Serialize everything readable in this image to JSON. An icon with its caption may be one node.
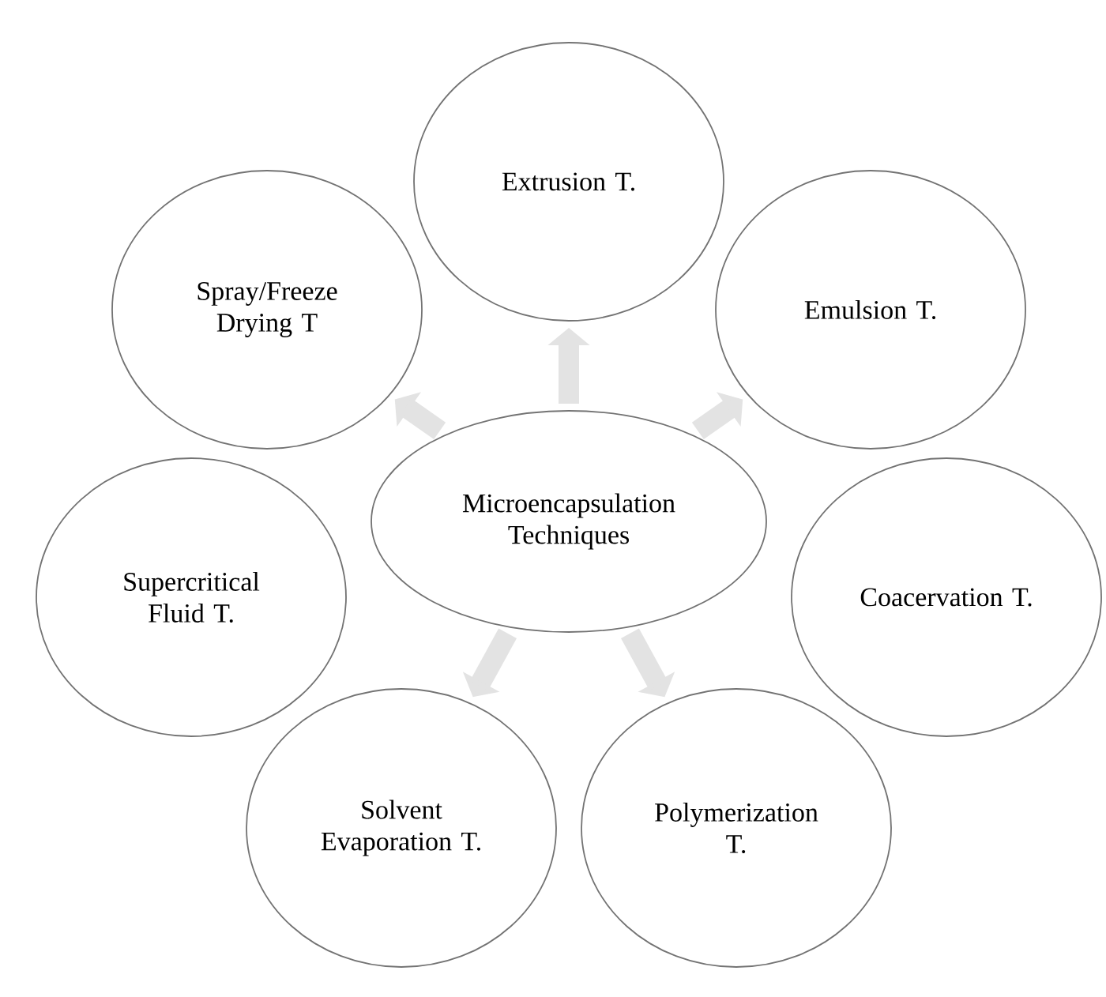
{
  "diagram": {
    "nodes": [
      {
        "text": [
          "Microencapsulation Techniques"
        ]
      },
      {
        "text": [
          "Extrusion T."
        ]
      },
      {
        "text": [
          "Emulsion T."
        ]
      },
      {
        "text": [
          "Coacervation T."
        ]
      },
      {
        "text": [
          "Polymerization T."
        ]
      },
      {
        "text": [
          "Solvent Evaporation T."
        ]
      },
      {
        "text": [
          "Supercritical Fluid T."
        ]
      },
      {
        "text": [
          "Spray/Freeze Drying T"
        ]
      }
    ],
    "edges": [
      {
        "from": 0,
        "to": 1,
        "arrow": "to"
      },
      {
        "from": 0,
        "to": 2,
        "arrow": "to"
      },
      {
        "from": 0,
        "to": 4,
        "arrow": "to"
      },
      {
        "from": 0,
        "to": 5,
        "arrow": "to"
      },
      {
        "from": 0,
        "to": 7,
        "arrow": "to"
      }
    ]
  }
}
